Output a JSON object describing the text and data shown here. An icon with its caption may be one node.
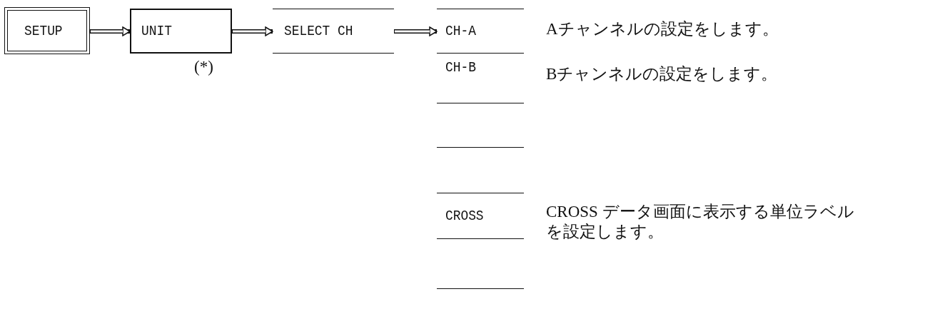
{
  "diagram": {
    "nodes": [
      {
        "text": [
          "SETUP"
        ]
      },
      {
        "text": [
          "UNIT"
        ],
        "beside": [
          "(*)"
        ]
      },
      {
        "text": [
          "SELECT CH"
        ]
      },
      {
        "text": [
          "CH-A"
        ],
        "beside": [
          "Aチャンネルの設定をします。"
        ]
      },
      {
        "text": [
          "CH-B"
        ],
        "beside": [
          "Bチャンネルの設定をします。"
        ]
      },
      {
        "text": [],
        "shape": "box"
      },
      {
        "text": [
          "CROSS"
        ],
        "beside": [
          "CROSS データ画面に表示する単位ラベルを設定します。"
        ]
      },
      {
        "text": [],
        "shape": "box"
      }
    ],
    "edges": [
      {
        "from": 0,
        "to": 1,
        "arrow": "to"
      },
      {
        "from": 1,
        "to": 2,
        "arrow": "to"
      },
      {
        "from": 2,
        "to": 3,
        "arrow": "to"
      }
    ]
  }
}
